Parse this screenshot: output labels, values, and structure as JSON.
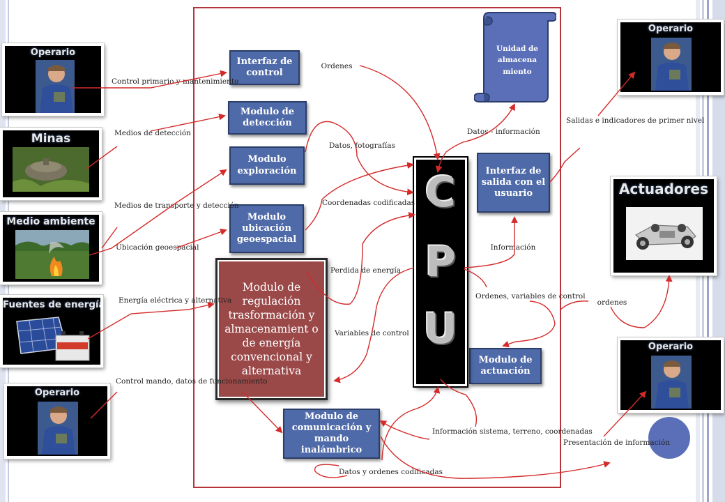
{
  "modules": {
    "interfaz_control": "Interfaz de control",
    "deteccion": "Modulo  de detección",
    "exploracion": "Modulo exploración",
    "ubicacion": "Modulo ubicación geoespacial",
    "regulacion": "Modulo de regulación trasformación y almacenamient o de energía convencional y alternativa",
    "comunicacion": "Modulo de comunicación y mando inalámbrico",
    "salida": "Interfaz de salida con el usuario",
    "actuacion": "Modulo de actuación",
    "almacenamiento": "Unidad de almacena miento"
  },
  "cpu_letters": [
    "C",
    "P",
    "U"
  ],
  "photos": {
    "operario_left_top": "Operario",
    "minas": "Minas",
    "medio_ambiente": "Medio ambiente",
    "fuentes_energia": "Fuentes de energía",
    "operario_left_bottom": "Operario",
    "operario_right_top": "Operario",
    "actuadores": "Actuadores",
    "operario_right_bottom": "Operario"
  },
  "labels": {
    "control_primario": "Control primario y mantenimiento",
    "medios_deteccion": "Medios de detección",
    "medios_transporte": "Medios de transporte y detección",
    "ubicacion_geo": "Ubicación geoespacial",
    "energia": "Energía eléctrica y alternativa",
    "control_mando": "Control mando, datos de funcionamiento",
    "ordenes_top": "Ordenes",
    "datos_fotografias": "Datos, fotografías",
    "coordenadas": "Coordenadas codificadas",
    "perdida_energia": "Perdida de energía",
    "variables_control": "Variables de control",
    "datos_informacion": "Datos - información",
    "informacion": "Información",
    "ordenes_variables": "Ordenes, variables de control",
    "informacion_sistema": "Información sistema, terreno, coordenadas",
    "datos_ordenes": "Datos y ordenes codificadas",
    "salidas_indicadores": "Salidas e indicadores de primer nivel",
    "ordenes_right": "ordenes",
    "presentacion": "Presentación de información"
  },
  "colors": {
    "module_blue": "#4f6aa8",
    "regulation_red": "#9b4848",
    "frame_red": "#b5343a",
    "arrow_red": "#d42a2a",
    "circle_blue": "#5b6fb9"
  }
}
